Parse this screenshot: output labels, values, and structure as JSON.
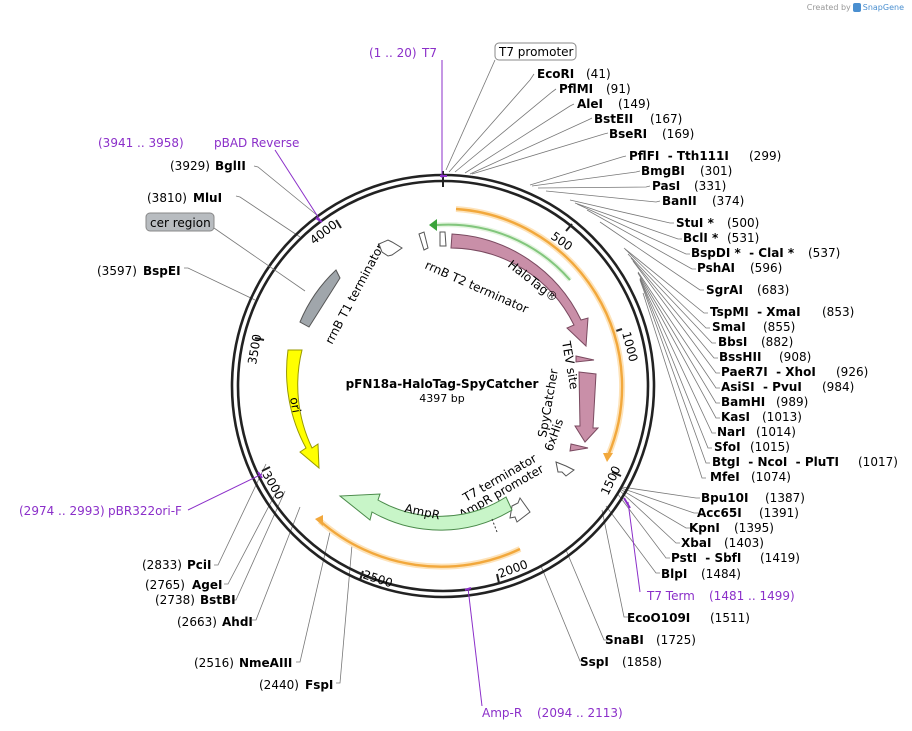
{
  "watermark": {
    "prefix": "Created by",
    "brand": "SnapGene"
  },
  "plasmid": {
    "name": "pFN18a-HaloTag-SpyCatcher",
    "length_label": "4397 bp",
    "length": 4397
  },
  "ticks": [
    "500",
    "1000",
    "1500",
    "2000",
    "2500",
    "3000",
    "3500",
    "4000"
  ],
  "features": [
    {
      "id": "halotag",
      "label": "HaloTag®",
      "color": "#c98fa8"
    },
    {
      "id": "tev",
      "label": "TEV site",
      "color": "#c98fa8"
    },
    {
      "id": "spycatcher",
      "label": "SpyCatcher",
      "color": "#c98fa8"
    },
    {
      "id": "his",
      "label": "6xHis",
      "color": "#c98fa8"
    },
    {
      "id": "t7term",
      "label": "T7 terminator",
      "color": "#ffffff"
    },
    {
      "id": "ampprom",
      "label": "AmpR promoter",
      "color": "#ffffff"
    },
    {
      "id": "ampr",
      "label": "AmpR",
      "color": "#c8f5c8"
    },
    {
      "id": "ori",
      "label": "ori",
      "color": "#ffff00"
    },
    {
      "id": "rrnbt1",
      "label": "rrnB T1 terminator",
      "color": "#a0a6ab"
    },
    {
      "id": "rrnbt2",
      "label": "rrnB T2 terminator",
      "color": "#ffffff"
    },
    {
      "id": "cer",
      "label": "cer region",
      "color": "#b8bcc0"
    },
    {
      "id": "t7prom",
      "label": "T7 promoter",
      "color": "#ffffff"
    }
  ],
  "sites_right": [
    {
      "name": "EcoRI",
      "pos": "(41)"
    },
    {
      "name": "PflMI",
      "pos": "(91)"
    },
    {
      "name": "AleI",
      "pos": "(149)"
    },
    {
      "name": "BstEII",
      "pos": "(167)"
    },
    {
      "name": "BseRI",
      "pos": "(169)"
    },
    {
      "name": "PflFI  - Tth111I",
      "pos": "(299)"
    },
    {
      "name": "BmgBI",
      "pos": "(301)"
    },
    {
      "name": "PasI",
      "pos": "(331)"
    },
    {
      "name": "BanII",
      "pos": "(374)"
    },
    {
      "name": "StuI *",
      "pos": "(500)"
    },
    {
      "name": "BclI *",
      "pos": "(531)"
    },
    {
      "name": "BspDI *  - ClaI *",
      "pos": "(537)"
    },
    {
      "name": "PshAI",
      "pos": "(596)"
    },
    {
      "name": "SgrAI",
      "pos": "(683)"
    },
    {
      "name": "TspMI  - XmaI",
      "pos": "(853)"
    },
    {
      "name": "SmaI",
      "pos": "(855)"
    },
    {
      "name": "BbsI",
      "pos": "(882)"
    },
    {
      "name": "BssHII",
      "pos": "(908)"
    },
    {
      "name": "PaeR7I  - XhoI",
      "pos": "(926)"
    },
    {
      "name": "AsiSI  - PvuI",
      "pos": "(984)"
    },
    {
      "name": "BamHI",
      "pos": "(989)"
    },
    {
      "name": "KasI",
      "pos": "(1013)"
    },
    {
      "name": "NarI",
      "pos": "(1014)"
    },
    {
      "name": "SfoI",
      "pos": "(1015)"
    },
    {
      "name": "BtgI  - NcoI  - PluTI",
      "pos": "(1017)"
    },
    {
      "name": "MfeI",
      "pos": "(1074)"
    },
    {
      "name": "Bpu10I",
      "pos": "(1387)"
    },
    {
      "name": "Acc65I",
      "pos": "(1391)"
    },
    {
      "name": "KpnI",
      "pos": "(1395)"
    },
    {
      "name": "XbaI",
      "pos": "(1403)"
    },
    {
      "name": "PstI  - SbfI",
      "pos": "(1419)"
    },
    {
      "name": "BlpI",
      "pos": "(1484)"
    },
    {
      "name": "EcoO109I",
      "pos": "(1511)"
    },
    {
      "name": "SnaBI",
      "pos": "(1725)"
    },
    {
      "name": "SspI",
      "pos": "(1858)"
    }
  ],
  "sites_left": [
    {
      "name": "BglII",
      "pos": "(3929)"
    },
    {
      "name": "MluI",
      "pos": "(3810)"
    },
    {
      "name": "BspEI",
      "pos": "(3597)"
    },
    {
      "name": "PciI",
      "pos": "(2833)"
    },
    {
      "name": "AgeI",
      "pos": "(2765)"
    },
    {
      "name": "BstBI",
      "pos": "(2738)"
    },
    {
      "name": "AhdI",
      "pos": "(2663)"
    },
    {
      "name": "NmeAIII",
      "pos": "(2516)"
    },
    {
      "name": "FspI",
      "pos": "(2440)"
    }
  ],
  "primers": [
    {
      "id": "t7",
      "name": "T7",
      "range": "(1 .. 20)"
    },
    {
      "id": "pbad",
      "name": "pBAD Reverse",
      "range": "(3941 .. 3958)"
    },
    {
      "id": "pbr",
      "name": "pBR322ori-F",
      "range": "(2974 .. 2993)"
    },
    {
      "id": "t7term",
      "name": "T7 Term",
      "range": "(1481 .. 1499)"
    },
    {
      "id": "ampr",
      "name": "Amp-R",
      "range": "(2094 .. 2113)"
    }
  ],
  "colors": {
    "orf": "#f2a83c",
    "orf_light": "#fde3ba",
    "t7_arc": "#3aa33a",
    "primer": "#8b2fc9"
  }
}
